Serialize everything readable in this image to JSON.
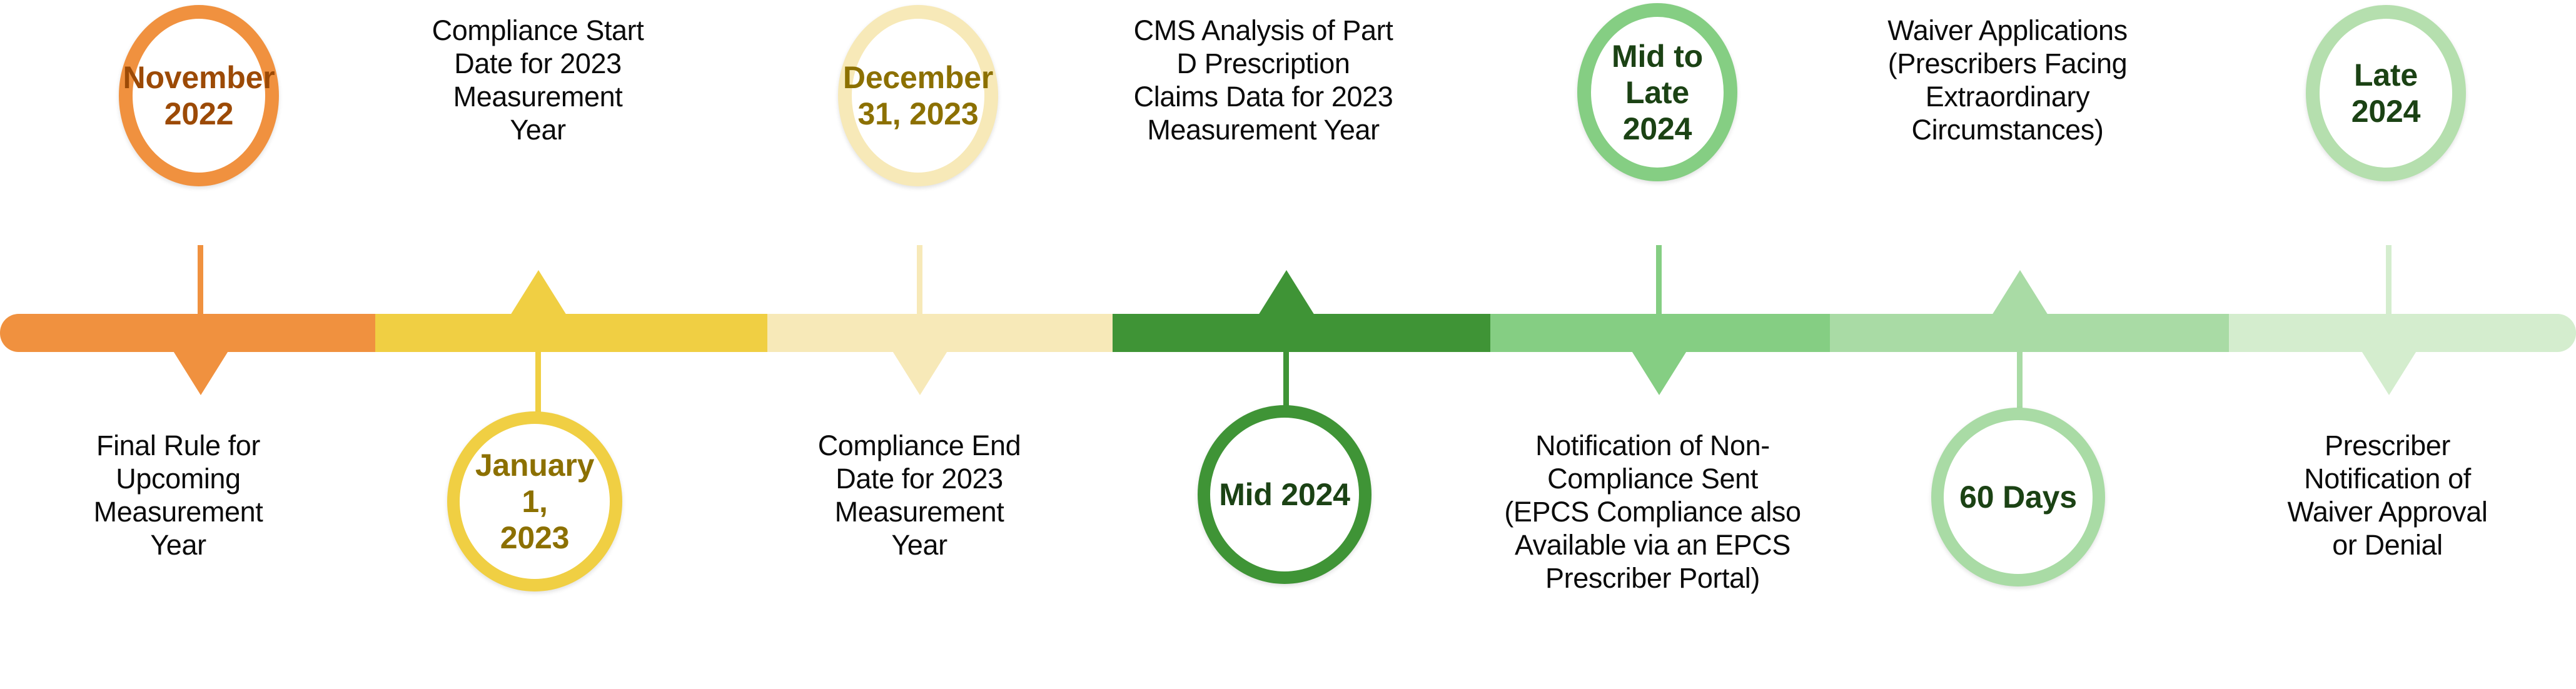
{
  "diagram": {
    "title": "EPCS Compliance Timeline",
    "type": "horizontal-timeline"
  },
  "colors": {
    "orange": "#F0913F",
    "orange_text": "#9C4A06",
    "yellow": "#F0CF43",
    "yellow_text": "#8C7000",
    "pale_yellow": "#F7E9B8",
    "pale_yellow_text": "#8C7000",
    "dark_green": "#3F9436",
    "dark_green_text": "#1B4214",
    "medium_green": "#85CE83",
    "medium_green_text": "#1B4214",
    "light_green": "#A9DBA5",
    "light_green_text": "#1B4214",
    "lightest_green": "#D4EDCE",
    "lightest_green_text": "#1B4214",
    "caption_text": "#0B0B0B"
  },
  "bar_segments": [
    {
      "name": "segment-orange",
      "color_key": "orange"
    },
    {
      "name": "segment-yellow",
      "color_key": "yellow"
    },
    {
      "name": "segment-pale-yellow",
      "color_key": "pale_yellow"
    },
    {
      "name": "segment-dark-green",
      "color_key": "dark_green"
    },
    {
      "name": "segment-medium-green",
      "color_key": "medium_green"
    },
    {
      "name": "segment-light-green",
      "color_key": "light_green"
    },
    {
      "name": "segment-lightest-green",
      "color_key": "lightest_green"
    }
  ],
  "milestones": [
    {
      "id": "november-2022",
      "side": "above",
      "marker": "circle",
      "circle_label": "November\n2022",
      "ring_color_key": "orange",
      "text_color_key": "orange_text",
      "connector": "line-down-arrow",
      "caption": "Final Rule for Upcoming Measurement Year",
      "caption_side": "below"
    },
    {
      "id": "january-1-2023",
      "side": "below",
      "marker": "circle",
      "circle_label": "January 1,\n2023",
      "ring_color_key": "yellow",
      "text_color_key": "yellow_text",
      "connector": "triangle-up",
      "caption": "Compliance Start Date for 2023 Measurement Year",
      "caption_side": "above"
    },
    {
      "id": "december-31-2023",
      "side": "above",
      "marker": "circle",
      "circle_label": "December\n31, 2023",
      "ring_color_key": "pale_yellow",
      "text_color_key": "pale_yellow_text",
      "connector": "line-down-arrow",
      "caption": "Compliance End Date for 2023 Measurement Year",
      "caption_side": "below"
    },
    {
      "id": "mid-2024",
      "side": "below",
      "marker": "circle",
      "circle_label": "Mid 2024",
      "ring_color_key": "dark_green",
      "text_color_key": "dark_green_text",
      "connector": "triangle-up",
      "caption": "CMS Analysis of Part D Prescription Claims Data for 2023 Measurement Year",
      "caption_side": "above"
    },
    {
      "id": "mid-to-late-2024",
      "side": "above",
      "marker": "circle",
      "circle_label": "Mid to\nLate\n2024",
      "ring_color_key": "medium_green",
      "text_color_key": "medium_green_text",
      "connector": "line-down-arrow",
      "caption": "Notification of Non-Compliance Sent (EPCS Compliance also Available via an EPCS Prescriber Portal)",
      "caption_side": "below"
    },
    {
      "id": "60-days",
      "side": "below",
      "marker": "circle",
      "circle_label": "60 Days",
      "ring_color_key": "light_green",
      "text_color_key": "light_green_text",
      "connector": "triangle-up",
      "caption": "Waiver Applications (Prescribers Facing Extraordinary Circumstances)",
      "caption_side": "above"
    },
    {
      "id": "late-2024",
      "side": "above",
      "marker": "circle",
      "circle_label": "Late\n2024",
      "ring_color_key": "lightest_green",
      "text_color_key": "lightest_green_text",
      "connector": "line-down-arrow",
      "caption": "Prescriber Notification of Waiver Approval or Denial",
      "caption_side": "below"
    }
  ],
  "labels": {
    "november_2022_l1": "November",
    "november_2022_l2": "2022",
    "compliance_start": "Compliance Start\nDate for 2023\nMeasurement\nYear",
    "final_rule": "Final Rule for\nUpcoming\nMeasurement\nYear",
    "january_1_2023_l1": "January 1,",
    "january_1_2023_l2": "2023",
    "december_31_2023_l1": "December",
    "december_31_2023_l2": "31, 2023",
    "compliance_end": "Compliance End\nDate for 2023\nMeasurement\nYear",
    "cms_analysis": "CMS Analysis of Part\nD Prescription\nClaims Data for 2023\nMeasurement Year",
    "mid_2024": "Mid 2024",
    "mid_to_late_2024_l1": "Mid to",
    "mid_to_late_2024_l2": "Late",
    "mid_to_late_2024_l3": "2024",
    "notification_noncompliance": "Notification of Non-\nCompliance Sent\n(EPCS Compliance also\nAvailable via an EPCS\nPrescriber Portal)",
    "waiver_applications": "Waiver Applications\n(Prescribers Facing\nExtraordinary\nCircumstances)",
    "sixty_days": "60 Days",
    "late_2024_l1": "Late",
    "late_2024_l2": "2024",
    "prescriber_notification": "Prescriber\nNotification of\nWaiver Approval\nor Denial"
  }
}
